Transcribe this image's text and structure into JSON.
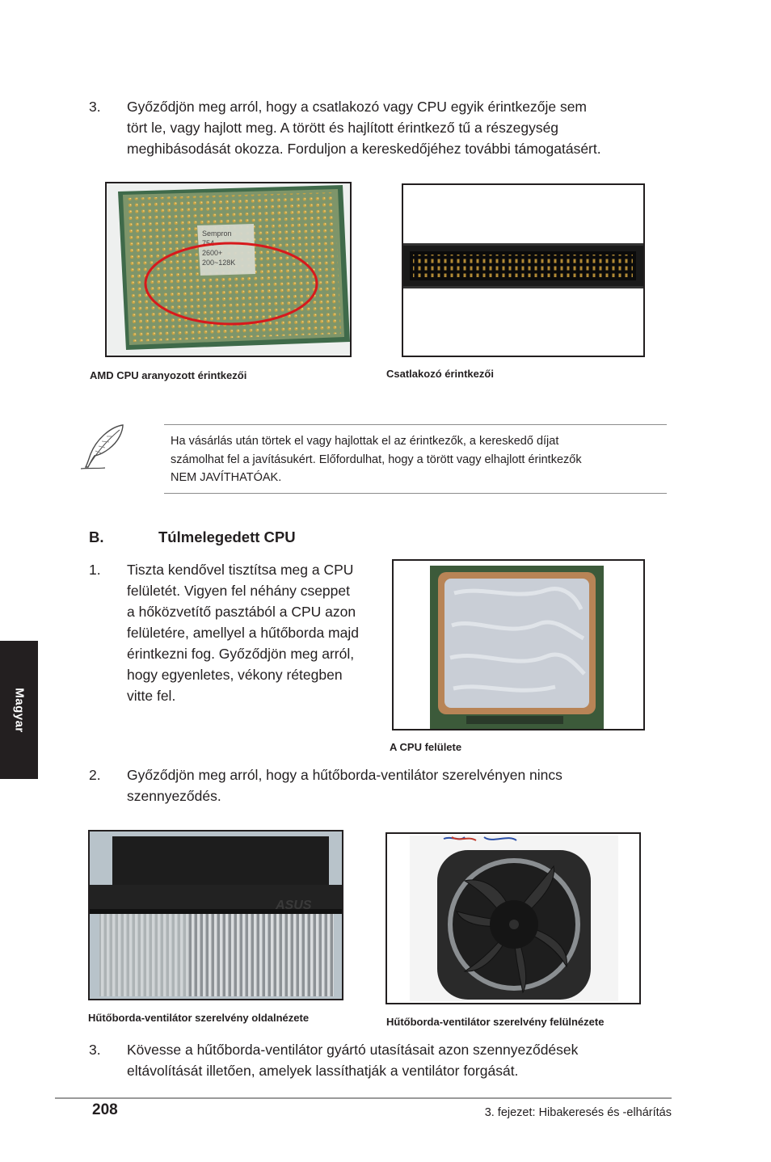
{
  "section_a": {
    "step3_num": "3.",
    "step3_lines": [
      "Győződjön meg arról, hogy a csatlakozó vagy CPU egyik érintkezője sem",
      "tört le, vagy hajlott meg. A törött és hajlított érintkező tű a részegység",
      "meghibásodását okozza. Forduljon a kereskedőjéhez további támogatásért."
    ],
    "photo1_caption": "AMD CPU aranyozott érintkezői",
    "photo1_chip_text": [
      "Sempron",
      "754",
      "2600+",
      "200~128K"
    ],
    "photo2_caption": "Csatlakozó érintkezői"
  },
  "note": {
    "icon": "quill-pen-icon",
    "lines": [
      "Ha vásárlás után törtek el vagy hajlottak el az érintkezők, a kereskedő díjat",
      "számolhat fel a javításukért. Előfordulhat, hogy a törött vagy elhajlott érintkezők",
      "NEM JAVÍTHATÓAK."
    ]
  },
  "section_b": {
    "letter": "B.",
    "title": "Túlmelegedett CPU",
    "step1_num": "1.",
    "step1_lines": [
      "Tiszta kendővel tisztítsa meg a CPU",
      "felületét. Vigyen fel néhány cseppet",
      "a hőközvetítő pasztából a CPU azon",
      "felületére, amellyel a hűtőborda majd",
      "érintkezni fog. Győződjön meg arról,",
      "hogy egyenletes, vékony rétegben",
      "vitte fel."
    ],
    "photo3_caption": "A CPU felülete",
    "step2_num": "2.",
    "step2_lines": [
      "Győződjön meg arról, hogy a hűtőborda-ventilátor szerelvényen nincs",
      "szennyeződés."
    ],
    "photo4_caption": "Hűtőborda-ventilátor szerelvény oldalnézete",
    "photo4_logo": "ASUS",
    "photo5_caption": "Hűtőborda-ventilátor szerelvény felülnézete",
    "step3_num": "3.",
    "step3_lines": [
      "Kövesse a hűtőborda-ventilátor gyártó utasításait azon szennyeződések",
      "eltávolítását illetően, amelyek lassíthatják a ventilátor forgását."
    ]
  },
  "side_tab": "Magyar",
  "footer": {
    "page_number": "208",
    "chapter": "3. fejezet: Hibakeresés és -elhárítás"
  },
  "colors": {
    "text": "#231f20",
    "circle_highlight": "#d7191c",
    "side_tab_bg": "#231f20"
  }
}
